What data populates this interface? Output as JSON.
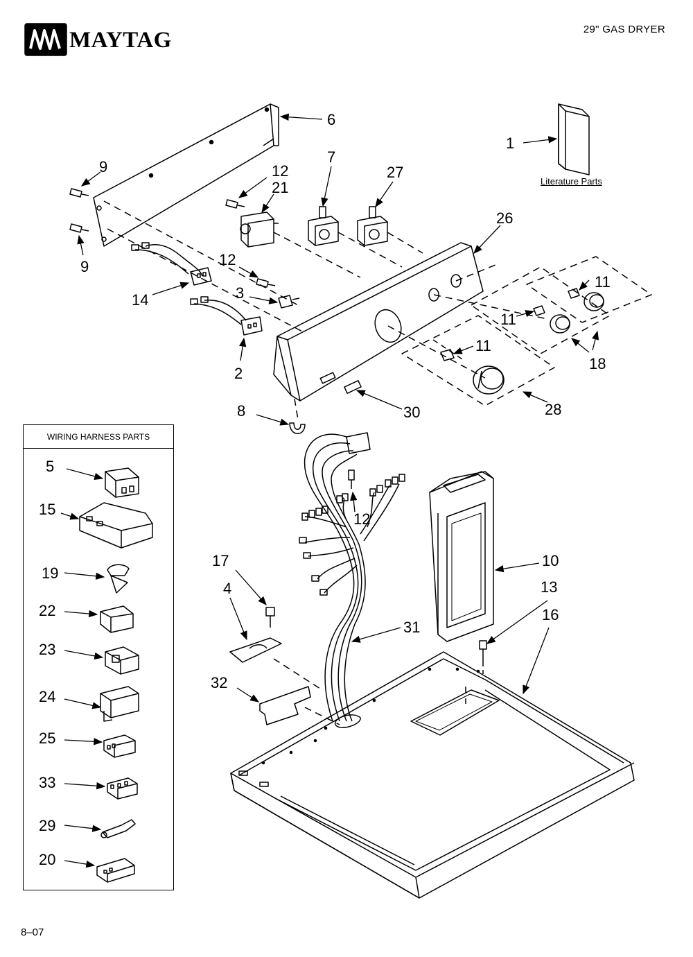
{
  "header": {
    "brand": "MAYTAG",
    "product": "29\" GAS DRYER"
  },
  "footer": {
    "code": "8–07"
  },
  "literature": {
    "label": "Literature Parts"
  },
  "harness_panel": {
    "title": "WIRING HARNESS PARTS"
  },
  "callouts": {
    "c1": "1",
    "c2": "2",
    "c3": "3",
    "c4": "4",
    "c5": "5",
    "c6": "6",
    "c7": "7",
    "c8": "8",
    "c9a": "9",
    "c9b": "9",
    "c10": "10",
    "c11a": "11",
    "c11b": "11",
    "c11c": "11",
    "c12a": "12",
    "c12b": "12",
    "c12c": "12",
    "c13": "13",
    "c14": "14",
    "c15": "15",
    "c16": "16",
    "c17": "17",
    "c18": "18",
    "c19": "19",
    "c20": "20",
    "c21": "21",
    "c22": "22",
    "c23": "23",
    "c24": "24",
    "c25": "25",
    "c26": "26",
    "c27": "27",
    "c28": "28",
    "c29": "29",
    "c30": "30",
    "c31": "31",
    "c32": "32",
    "c33": "33"
  },
  "colors": {
    "ink": "#000000",
    "paper": "#ffffff"
  }
}
